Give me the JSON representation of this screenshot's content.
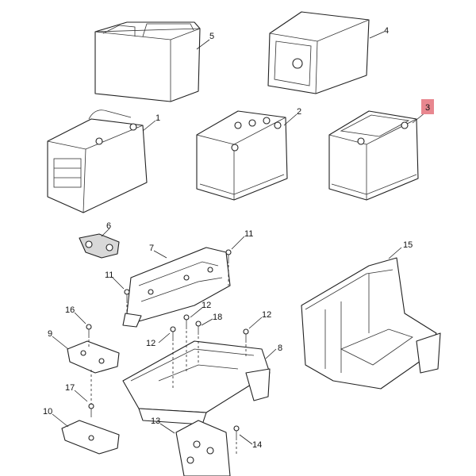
{
  "diagram": {
    "callouts": [
      {
        "id": "c1",
        "label": "1"
      },
      {
        "id": "c2",
        "label": "2"
      },
      {
        "id": "c3",
        "label": "3",
        "highlighted": true
      },
      {
        "id": "c4",
        "label": "4"
      },
      {
        "id": "c5",
        "label": "5"
      },
      {
        "id": "c6",
        "label": "6"
      },
      {
        "id": "c7",
        "label": "7"
      },
      {
        "id": "c8",
        "label": "8"
      },
      {
        "id": "c9",
        "label": "9"
      },
      {
        "id": "c10",
        "label": "10"
      },
      {
        "id": "c11a",
        "label": "11"
      },
      {
        "id": "c11b",
        "label": "11"
      },
      {
        "id": "c12a",
        "label": "12"
      },
      {
        "id": "c12b",
        "label": "12"
      },
      {
        "id": "c12c",
        "label": "12"
      },
      {
        "id": "c13",
        "label": "13"
      },
      {
        "id": "c14",
        "label": "14"
      },
      {
        "id": "c15",
        "label": "15"
      },
      {
        "id": "c16",
        "label": "16"
      },
      {
        "id": "c17",
        "label": "17"
      },
      {
        "id": "c18",
        "label": "18"
      }
    ],
    "colors": {
      "highlight": "#e8878f",
      "line": "#222222",
      "background": "#ffffff"
    }
  }
}
